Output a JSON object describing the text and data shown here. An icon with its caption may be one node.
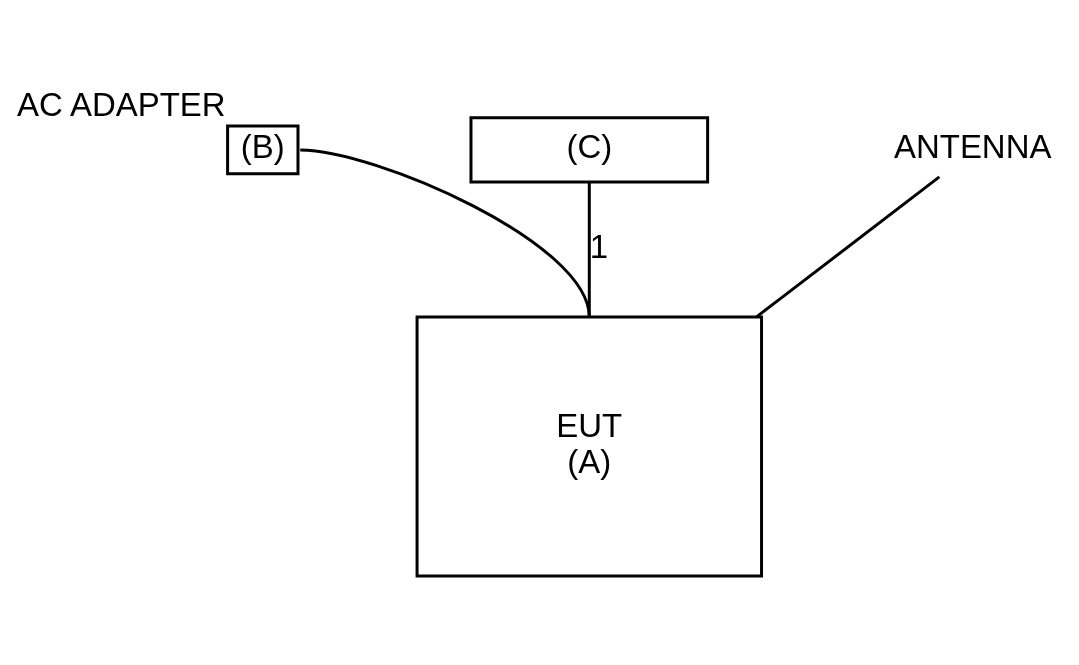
{
  "diagram": {
    "nodes": [
      {
        "text": [
          "(C)"
        ]
      },
      {
        "text": [
          "(B)"
        ],
        "beside": [
          "AC ADAPTER"
        ]
      },
      {
        "text": [
          "EUT",
          "(A)"
        ]
      },
      {
        "text": [
          "ANTENNA"
        ]
      }
    ],
    "edges": [
      {
        "from": 0,
        "to": 2,
        "arrow": "none",
        "label": "1"
      },
      {
        "from": 1,
        "to": 2,
        "arrow": "none"
      },
      {
        "from": 2,
        "to": 3,
        "arrow": "none"
      }
    ]
  }
}
